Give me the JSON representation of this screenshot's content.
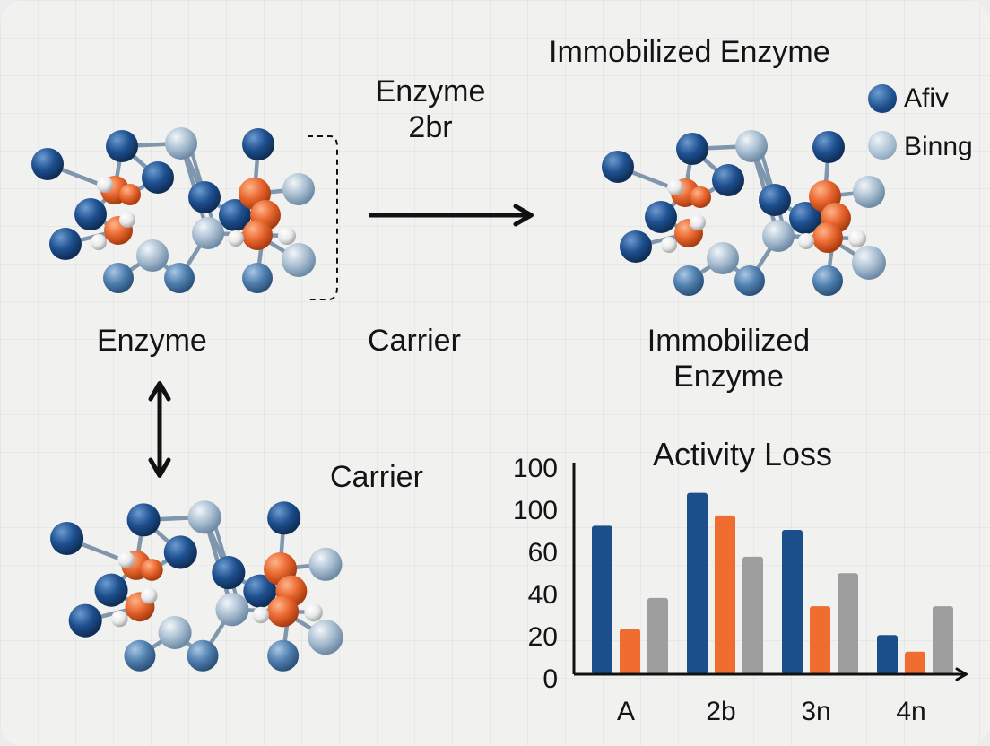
{
  "diagram": {
    "title": "Immobilized Enzyme",
    "arrow_label_line1": "Enzyme",
    "arrow_label_line2": "2br",
    "enzyme_label": "Enzyme",
    "carrier_label_top": "Carrier",
    "immobilized_line1": "Immobilized",
    "immobilized_line2": "Enzyme",
    "carrier_label_bottom": "Carrier",
    "legend": [
      {
        "label": "Afiv",
        "color": "#1d4f8f"
      },
      {
        "label": "Binng",
        "color": "#a9bed1"
      }
    ],
    "atom_colors": {
      "dark": "#1d4f8f",
      "mid": "#4f7fae",
      "light": "#a9bed1",
      "orange": "#e8652d",
      "white": "#f2f2f2"
    }
  },
  "chart_data": {
    "type": "bar",
    "title": "Activity Loss",
    "categories": [
      "A",
      "2b",
      "3n",
      "4n"
    ],
    "y_tick_labels": [
      "0",
      "20",
      "40",
      "60",
      "100",
      "100"
    ],
    "ylim": [
      0,
      100
    ],
    "series": [
      {
        "color": "#1a4f8c",
        "values": [
          72,
          88,
          70,
          19
        ]
      },
      {
        "color": "#ee6d2f",
        "values": [
          22,
          77,
          33,
          11
        ]
      },
      {
        "color": "#9e9e9e",
        "values": [
          37,
          57,
          49,
          33
        ]
      }
    ]
  }
}
